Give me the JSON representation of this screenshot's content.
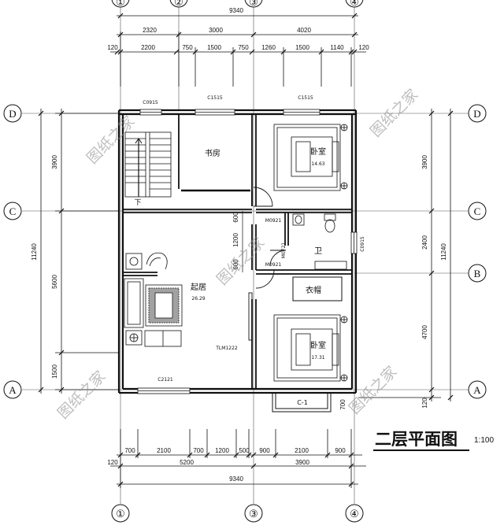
{
  "title": "二层平面图",
  "scale": "1:100",
  "watermark": "图纸之家",
  "axes": {
    "columns": [
      "①",
      "②",
      "③",
      "④"
    ],
    "rows": [
      "D",
      "C",
      "B",
      "A"
    ]
  },
  "dims": {
    "top_total": "9340",
    "top_row1": [
      "2320",
      "3000",
      "4020"
    ],
    "top_row2": [
      "120",
      "2200",
      "750",
      "1500",
      "750",
      "1260",
      "1500",
      "1140",
      "120"
    ],
    "bottom_row1": [
      "700",
      "2100",
      "700",
      "1200",
      "500",
      "900",
      "2100",
      "900"
    ],
    "bottom_row2": [
      "120",
      "5200",
      "3900"
    ],
    "bottom_total": "9340",
    "left_row1": [
      "3900",
      "5600",
      "1500"
    ],
    "left_total": "11240",
    "right_row1": [
      "3900",
      "2400",
      "4700",
      "120"
    ],
    "right_total": "11240",
    "inner": [
      "600",
      "1200",
      "600"
    ]
  },
  "rooms": {
    "study": "书房",
    "bedroom_top": "卧室",
    "bedroom_top_area": "14.63",
    "living": "起居",
    "living_area": "26.29",
    "bath": "卫",
    "closet": "衣帽",
    "bedroom_bottom": "卧室",
    "bedroom_bottom_area": "17.31",
    "stair_down": "下"
  },
  "openings": {
    "c0915_top": "C0915",
    "c1515_a": "C1515",
    "c1515_b": "C1515",
    "m0921": "M0921",
    "m0721": "M0721",
    "m0921_b": "M0921",
    "c0915_right": "C0915",
    "tlm1222": "TLM1222",
    "c2121": "C2121",
    "c1": "C-1"
  }
}
